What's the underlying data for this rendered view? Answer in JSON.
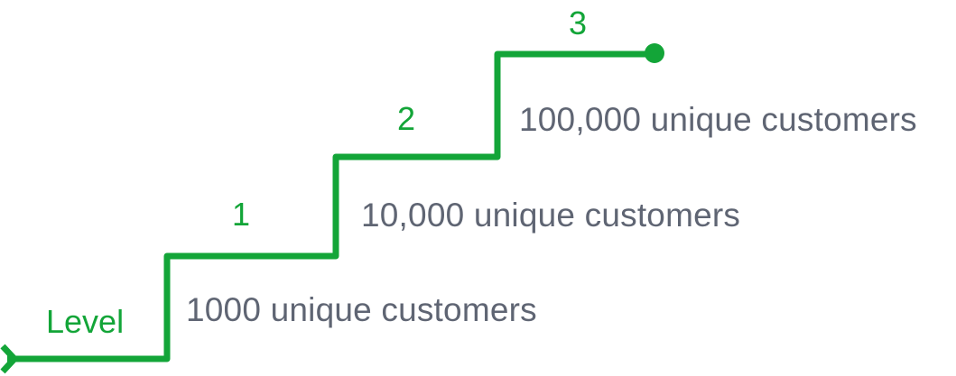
{
  "colors": {
    "accent": "#13A538",
    "text": "#5F6573",
    "background": "#FFFFFF"
  },
  "diagram": {
    "start_label": "Level",
    "steps": [
      {
        "level": "1",
        "description": "1000 unique customers"
      },
      {
        "level": "2",
        "description": "10,000 unique customers"
      },
      {
        "level": "3",
        "description": "100,000 unique customers"
      }
    ]
  }
}
